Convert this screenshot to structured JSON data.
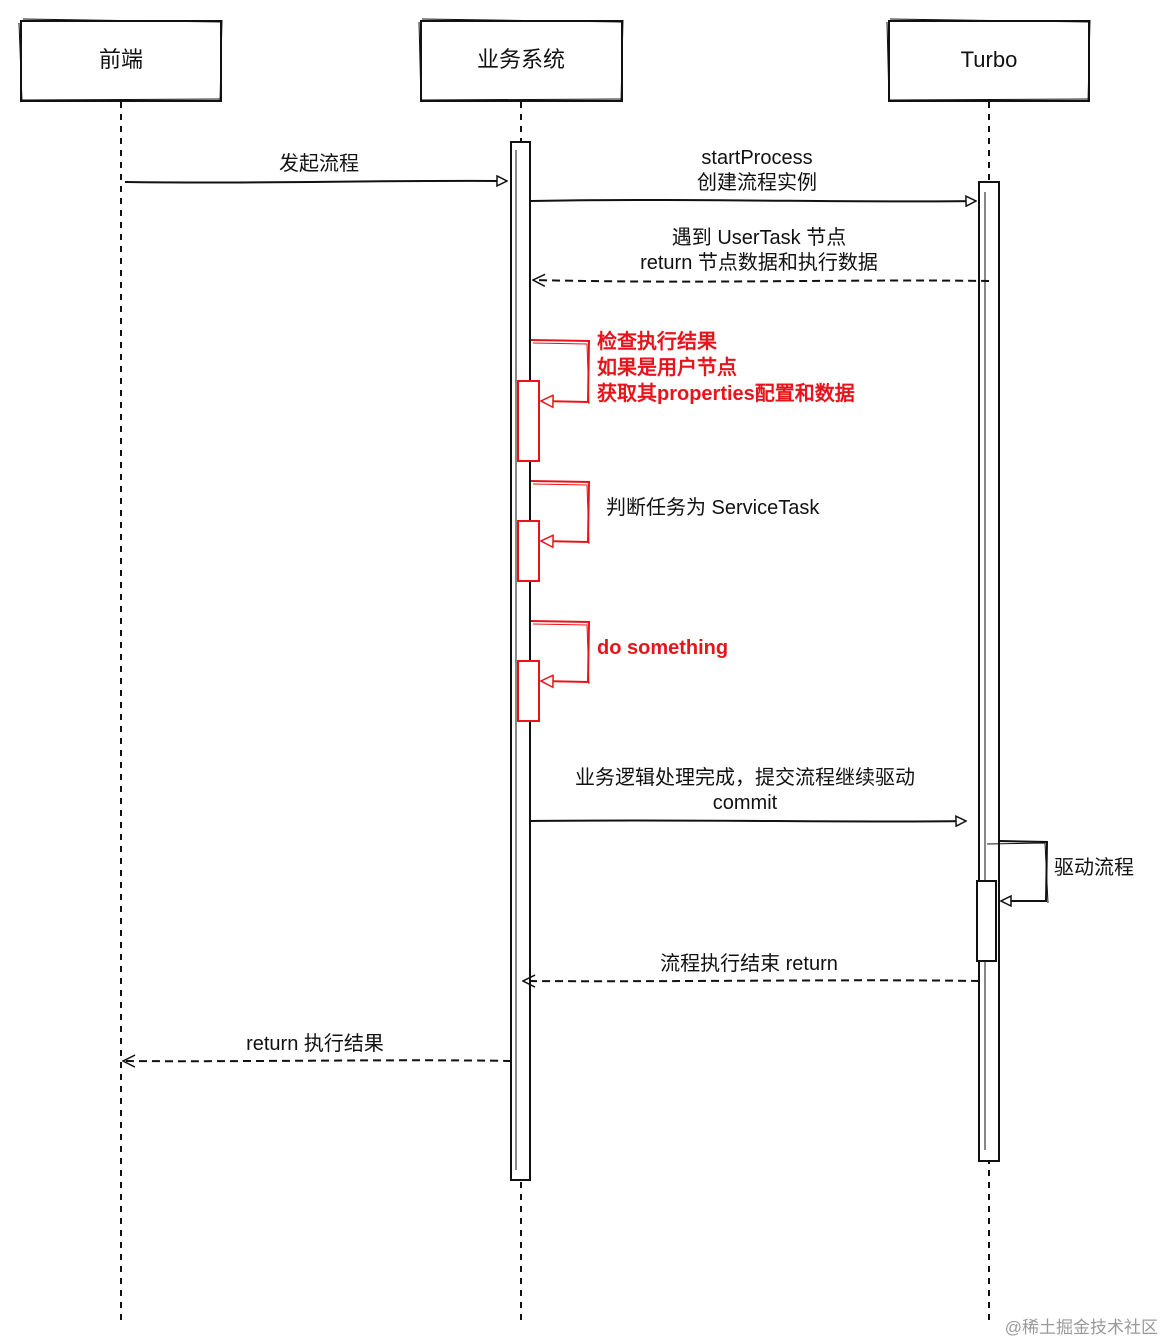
{
  "participants": [
    {
      "id": "frontend",
      "label": "前端"
    },
    {
      "id": "business",
      "label": "业务系统"
    },
    {
      "id": "turbo",
      "label": "Turbo"
    }
  ],
  "messages": {
    "start_flow": "发起流程",
    "start_process_line1": "startProcess",
    "start_process_line2": "创建流程实例",
    "usertask_line1": "遇到 UserTask 节点",
    "usertask_line2": "return 节点数据和执行数据",
    "check_line1": "检查执行结果",
    "check_line2": "如果是用户节点",
    "check_line3": "获取其properties配置和数据",
    "service_task": "判断任务为 ServiceTask",
    "do_something": "do something",
    "commit_line1": "业务逻辑处理完成，提交流程继续驱动",
    "commit_line2": "commit",
    "drive_flow": "驱动流程",
    "flow_end": "流程执行结束 return",
    "return_result": "return 执行结果"
  },
  "watermark": "@稀土掘金技术社区",
  "colors": {
    "stroke": "#111111",
    "highlight": "#e8141b",
    "watermark": "#9a9a9a"
  }
}
